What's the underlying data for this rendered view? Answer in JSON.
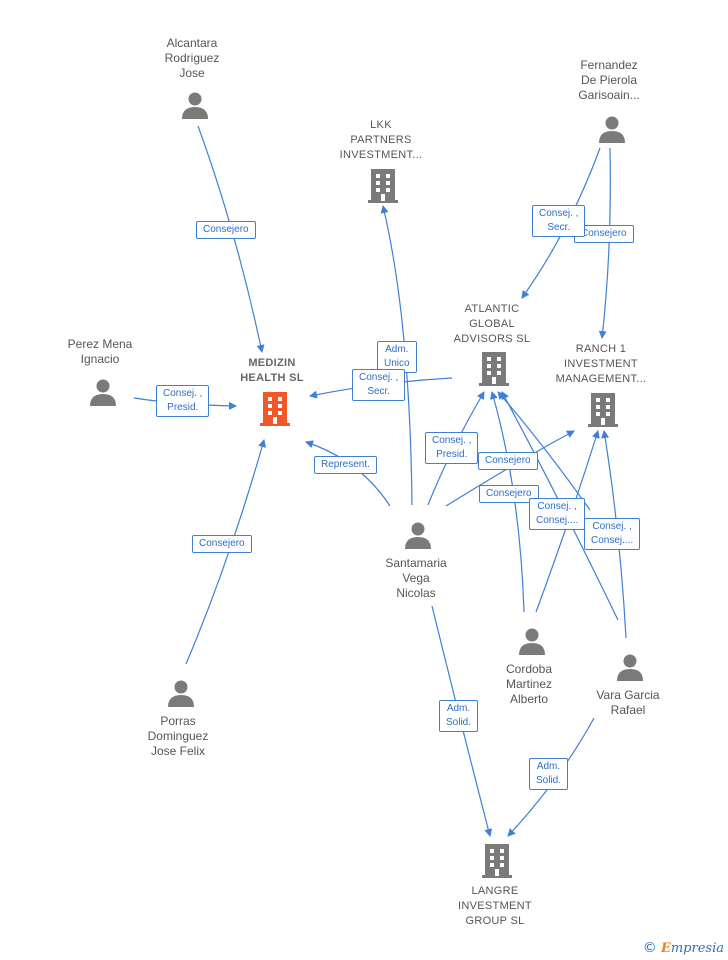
{
  "nodes": {
    "alcantara": {
      "label": "Alcantara\nRodriguez\nJose"
    },
    "fernandez": {
      "label": "Fernandez\nDe Pierola\nGarisoain..."
    },
    "lkk": {
      "label": "LKK\nPARTNERS\nINVESTMENT..."
    },
    "perez": {
      "label": "Perez Mena\nIgnacio"
    },
    "medizin": {
      "label": "MEDIZIN\nHEALTH  SL"
    },
    "atlantic": {
      "label": "ATLANTIC\nGLOBAL\nADVISORS  SL"
    },
    "ranch": {
      "label": "RANCH 1\nINVESTMENT\nMANAGEMENT..."
    },
    "santamaria": {
      "label": "Santamaria\nVega\nNicolas"
    },
    "cordoba": {
      "label": "Cordoba\nMartinez\nAlberto"
    },
    "vara": {
      "label": "Vara Garcia\nRafael"
    },
    "porras": {
      "label": "Porras\nDominguez\nJose Felix"
    },
    "langre": {
      "label": "LANGRE\nINVESTMENT\nGROUP  SL"
    }
  },
  "edges": {
    "alcantara_medizin": "Consejero",
    "perez_medizin": "Consej. ,\nPresid.",
    "porras_medizin": "Consejero",
    "santamaria_medizin": "Represent.",
    "santamaria_lkk": "Adm.\nUnico",
    "atlantic_medizin": "Consej. ,\nSecr.",
    "fernandez_atlantic": "Consej. ,\nSecr.",
    "fernandez_ranch": "Consejero",
    "santamaria_atlantic": "Consej. ,\nPresid.",
    "santamaria_ranch": "Consejero",
    "cordoba_atlantic": "Consejero",
    "cordoba_ranch": "Consej. ,\nConsej....",
    "vara_ranch": "Consej. ,\nConsej....",
    "santamaria_langre": "Adm.\nSolid.",
    "vara_langre": "Adm.\nSolid."
  },
  "colors": {
    "edge": "#3f7fd4",
    "person": "#7a7a7a",
    "company": "#7a7a7a",
    "focus": "#f0582a"
  },
  "brand": {
    "symbol": "©",
    "name_first": "E",
    "name_rest": "mpresia"
  }
}
